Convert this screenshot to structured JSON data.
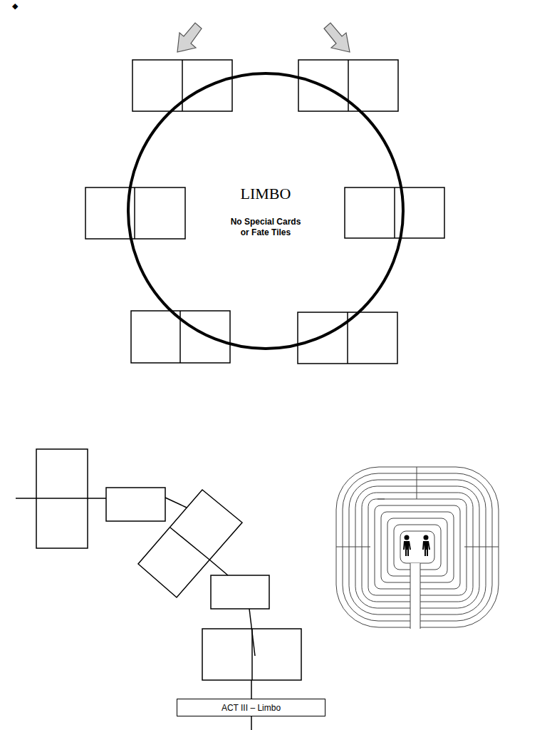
{
  "diagram": {
    "nodes": [
      {
        "text": [
          "LIMBO",
          "No Special Cards or Fate Tiles"
        ]
      },
      {
        "text": [
          "ACT III – Limbo"
        ]
      }
    ],
    "labels": [
      "◆"
    ]
  }
}
